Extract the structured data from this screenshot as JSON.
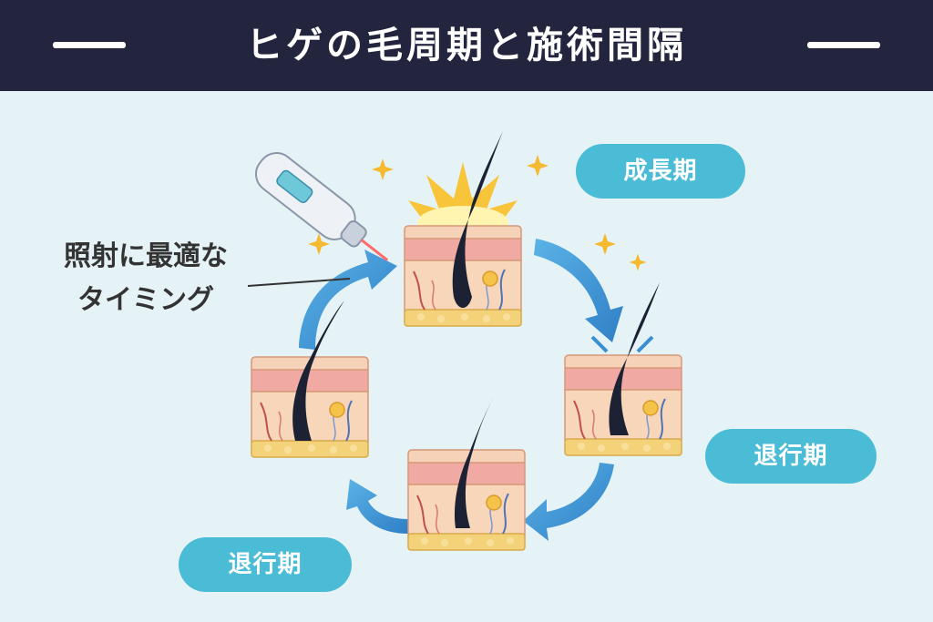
{
  "header": {
    "title": "ヒゲの毛周期と施術間隔"
  },
  "labels": {
    "growth": "成長期",
    "regression_right": "退行期",
    "regression_left": "退行期"
  },
  "note": {
    "line1": "照射に最適な",
    "line2": "タイミング"
  },
  "colors": {
    "header_bg": "#23253f",
    "page_bg": "#e6f3f6",
    "pill": "#4bbcd6",
    "arrow": "#3a8fd0",
    "hair": "#1c2233"
  },
  "icons": [
    "laser-device-icon",
    "sparkle-icon",
    "skin-block-icon",
    "cycle-arrow-icon"
  ]
}
